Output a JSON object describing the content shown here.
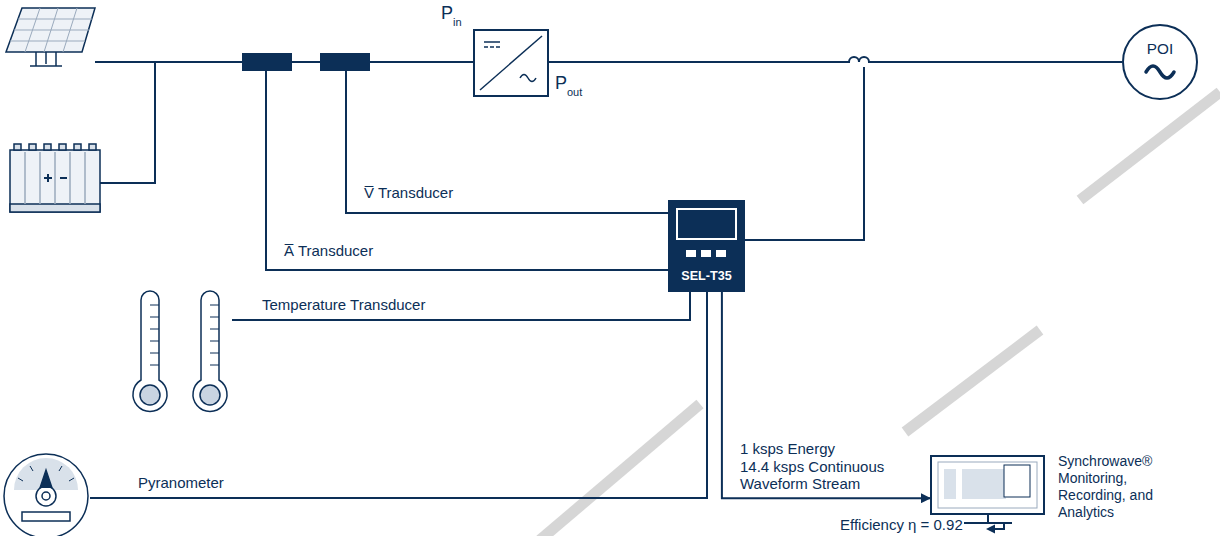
{
  "diagram": {
    "nodes": [
      {
        "text": [
          "POI"
        ]
      },
      {
        "text": [
          "SEL-T35"
        ]
      },
      {
        "text": [
          "Synchrowave® Monitoring, Recording, and Analytics"
        ]
      }
    ],
    "edges": [
      {
        "from": 1,
        "to": 2,
        "arrow": "to"
      }
    ],
    "labels": [
      "P",
      "in",
      "P",
      "out",
      "V̅ Transducer",
      "A̅ Transducer",
      "Temperature Transducer",
      "Pyranometer",
      "1 ksps Energy",
      "14.4 ksps Continuous Waveform Stream",
      "Efficiency η = 0.92"
    ]
  }
}
